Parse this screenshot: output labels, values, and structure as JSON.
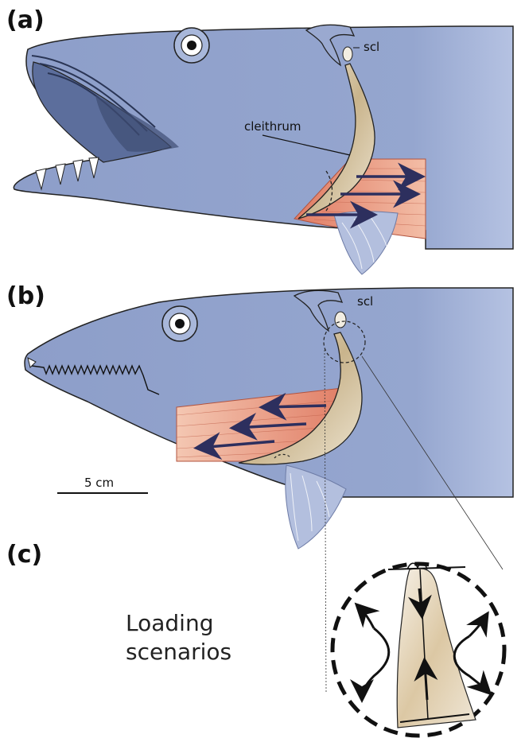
{
  "panels": {
    "a": {
      "label": "(a)"
    },
    "b": {
      "label": "(b)"
    },
    "c": {
      "label": "(c)"
    }
  },
  "annotations": {
    "scl_a": "scl",
    "scl_b": "scl",
    "cleithrum": "cleithrum",
    "scale_bar": "5 cm"
  },
  "loading_text": {
    "line1": "Loading",
    "line2": "scenarios"
  },
  "colors": {
    "body": "#8d9ec9",
    "body_shadow": "#7587b6",
    "muscle": "#e38c76",
    "muscle_light": "#f1b59f",
    "bone": "#d9c9a8",
    "fin": "#a9b6d8",
    "arrow": "#2d2f5e",
    "outline": "#1a1a1a"
  },
  "icons": [
    "eye-icon",
    "muscle-force-arrow-icon",
    "bending-arrow-icon"
  ]
}
